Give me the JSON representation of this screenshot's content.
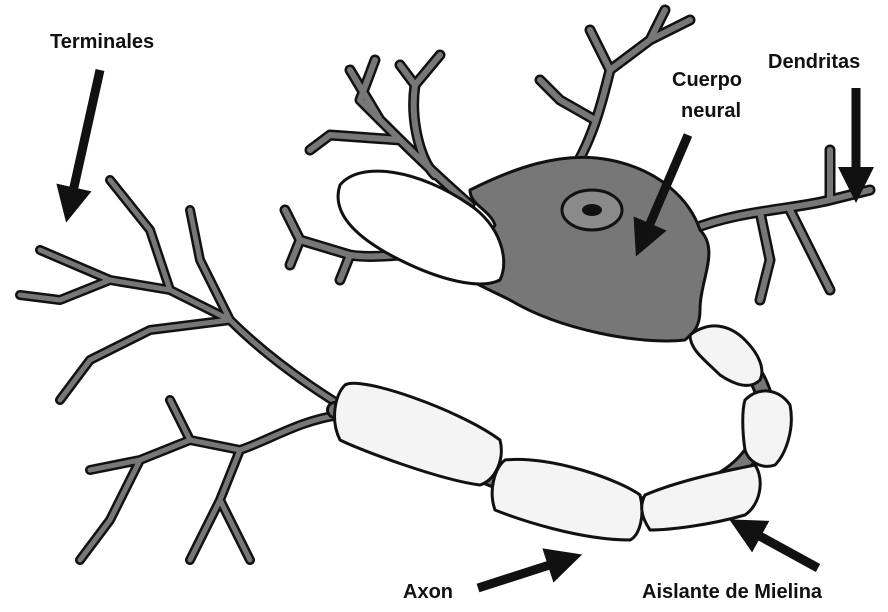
{
  "labels": {
    "terminales": "Terminales",
    "dendritas": "Dendritas",
    "cuerpo_line1": "Cuerpo",
    "cuerpo_line2": "neural",
    "axon": "Axon",
    "mielina": "Aislante de Mielina"
  },
  "colors": {
    "cell_fill": "#777777",
    "outline": "#111111",
    "myelin_fill": "#f4f4f4",
    "background": "#ffffff"
  }
}
